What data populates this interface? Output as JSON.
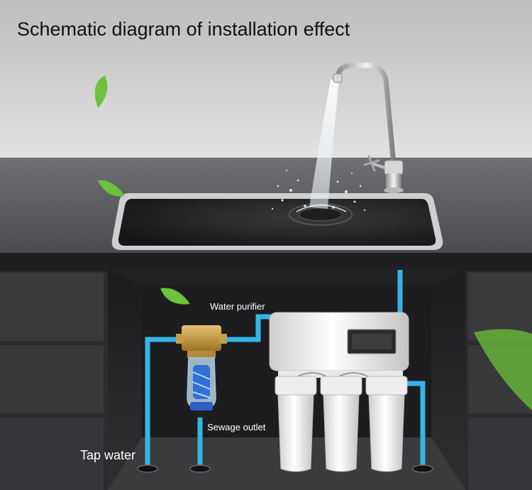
{
  "title": "Schematic diagram of installation effect",
  "labels": {
    "water_purifier": "Water purifier",
    "sewage_outlet": "Sewage outlet",
    "tap_water": "Tap water"
  },
  "colors": {
    "pipe": "#36b4e6",
    "wall": "#c9c9c9",
    "counter": "#5f5f63",
    "sink_basin": "#232325",
    "cabinet": "#2a2a2c",
    "purifier_body": "#f4f4f4",
    "leaf": "#6cc23a"
  }
}
